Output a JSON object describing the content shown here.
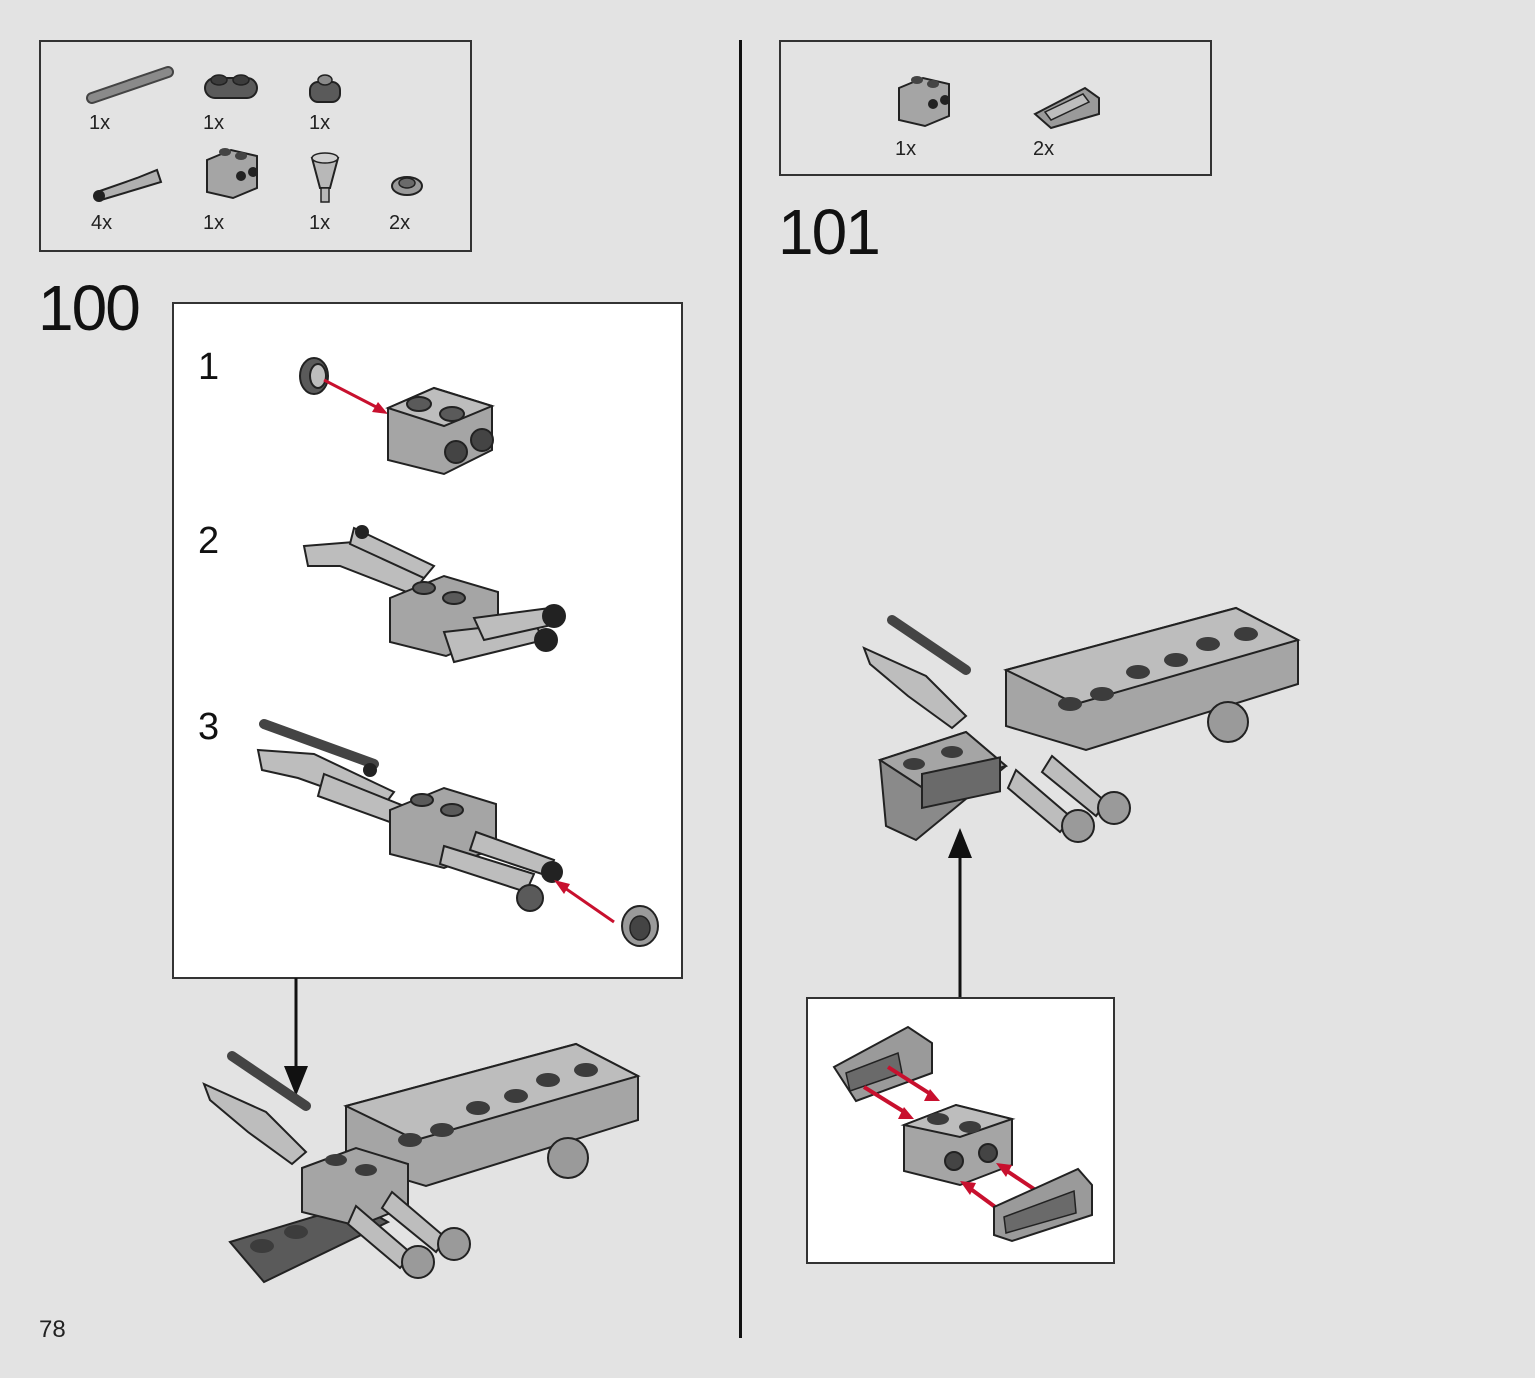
{
  "page_number": "78",
  "step_100": {
    "number": "100",
    "parts": [
      {
        "icon": "bar-icon",
        "qty": "1x"
      },
      {
        "icon": "plate-round-2-icon",
        "qty": "1x"
      },
      {
        "icon": "round-stud-icon",
        "qty": "1x"
      },
      {
        "icon": "blaster-barrel-icon",
        "qty": "4x"
      },
      {
        "icon": "brick-side-studs-icon",
        "qty": "1x"
      },
      {
        "icon": "cone-icon",
        "qty": "1x"
      },
      {
        "icon": "round-tile-icon",
        "qty": "2x"
      }
    ],
    "substeps": [
      "1",
      "2",
      "3"
    ]
  },
  "step_101": {
    "number": "101",
    "parts": [
      {
        "icon": "brick-side-studs-icon",
        "qty": "1x"
      },
      {
        "icon": "slope-grille-icon",
        "qty": "2x"
      }
    ]
  },
  "colors": {
    "background": "#e3e3e3",
    "brick_gray": "#a5a5a5",
    "dark_gray": "#5a5a5a",
    "arrow_red": "#c8102e"
  }
}
